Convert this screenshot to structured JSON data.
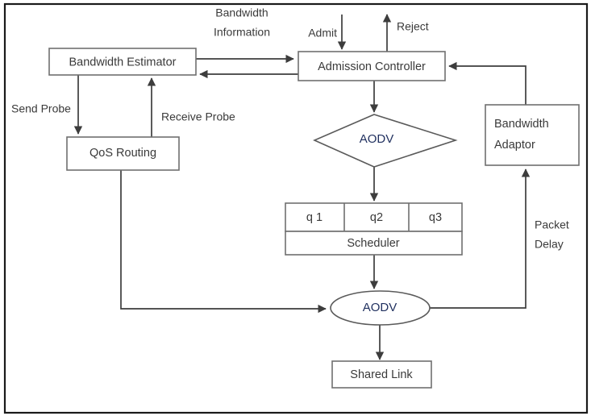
{
  "figure": {
    "title": "QoS architecture block diagram",
    "border_color": "#1a1a1a",
    "background": "#ffffff",
    "node_stroke": "#6f6f6f",
    "edge_stroke": "#3d3d3d",
    "accent_text_color": "#1f2f5e"
  },
  "nodes": {
    "bandwidth_estimator": {
      "label": "Bandwidth Estimator",
      "shape": "rect"
    },
    "admission_controller": {
      "label": "Admission Controller",
      "shape": "rect"
    },
    "qos_routing": {
      "label": "QoS Routing",
      "shape": "rect"
    },
    "bandwidth_adaptor": {
      "label_line1": "Bandwidth",
      "label_line2": "Adaptor",
      "shape": "rect"
    },
    "aodv_decision": {
      "label": "AODV",
      "shape": "diamond"
    },
    "aodv_node": {
      "label": "AODV",
      "shape": "ellipse"
    },
    "scheduler": {
      "label": "Scheduler",
      "shape": "rect"
    },
    "shared_link": {
      "label": "Shared Link",
      "shape": "rect"
    }
  },
  "queues": [
    {
      "label": "q 1"
    },
    {
      "label": "q2"
    },
    {
      "label": "q3"
    }
  ],
  "edge_labels": {
    "bandwidth_information_line1": "Bandwidth",
    "bandwidth_information_line2": "Information",
    "admit": "Admit",
    "reject": "Reject",
    "send_probe": "Send Probe",
    "receive_probe": "Receive Probe",
    "packet_delay_line1": "Packet",
    "packet_delay_line2": "Delay"
  }
}
